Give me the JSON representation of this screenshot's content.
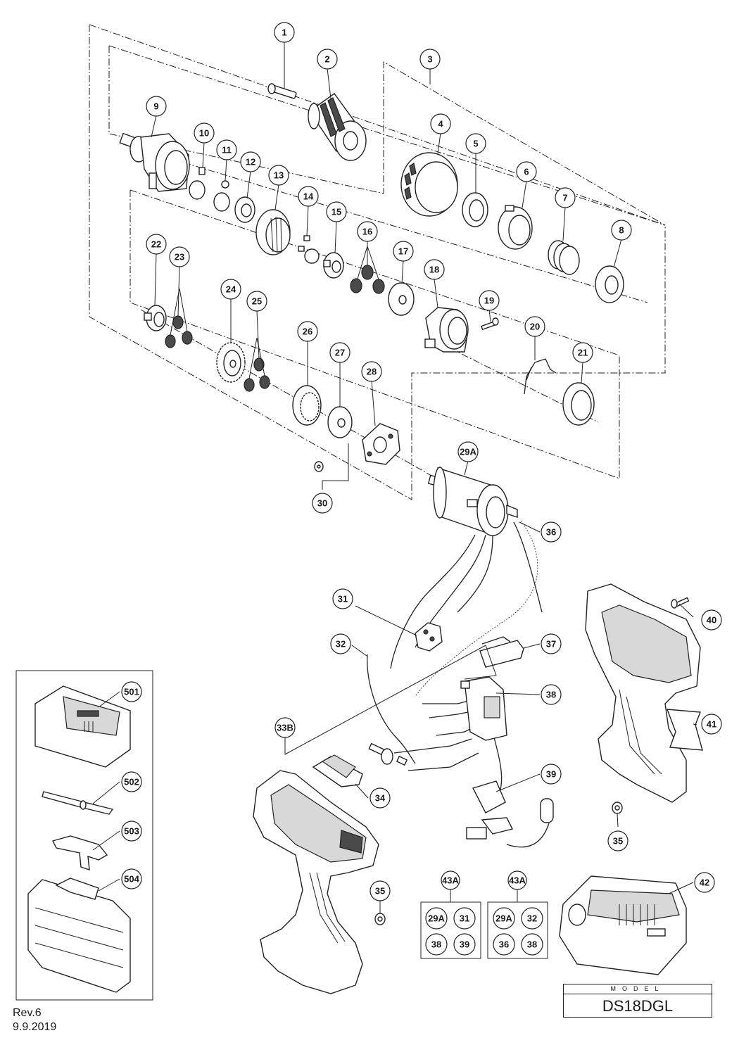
{
  "callouts": [
    {
      "label": "1"
    },
    {
      "label": "2"
    },
    {
      "label": "3"
    },
    {
      "label": "4"
    },
    {
      "label": "5"
    },
    {
      "label": "6"
    },
    {
      "label": "7"
    },
    {
      "label": "8"
    },
    {
      "label": "9"
    },
    {
      "label": "10"
    },
    {
      "label": "11"
    },
    {
      "label": "12"
    },
    {
      "label": "13"
    },
    {
      "label": "14"
    },
    {
      "label": "15"
    },
    {
      "label": "16"
    },
    {
      "label": "17"
    },
    {
      "label": "18"
    },
    {
      "label": "19"
    },
    {
      "label": "20"
    },
    {
      "label": "21"
    },
    {
      "label": "22"
    },
    {
      "label": "23"
    },
    {
      "label": "24"
    },
    {
      "label": "25"
    },
    {
      "label": "26"
    },
    {
      "label": "27"
    },
    {
      "label": "28"
    },
    {
      "label": "29A"
    },
    {
      "label": "30"
    },
    {
      "label": "36"
    },
    {
      "label": "31"
    },
    {
      "label": "32"
    },
    {
      "label": "37"
    },
    {
      "label": "40"
    },
    {
      "label": "38"
    },
    {
      "label": "41"
    },
    {
      "label": "33B"
    },
    {
      "label": "34"
    },
    {
      "label": "39"
    },
    {
      "label": "35"
    },
    {
      "label": "35"
    },
    {
      "label": "42"
    },
    {
      "label": "501"
    },
    {
      "label": "502"
    },
    {
      "label": "503"
    },
    {
      "label": "504"
    }
  ],
  "kits": [
    {
      "label": "43A",
      "items": [
        "29A",
        "31",
        "38",
        "39"
      ]
    },
    {
      "label": "43A",
      "items": [
        "29A",
        "32",
        "36",
        "38"
      ]
    }
  ],
  "model": {
    "label": "MODEL",
    "value": "DS18DGL"
  },
  "revision": {
    "rev": "Rev.6",
    "date": "9.9.2019"
  }
}
